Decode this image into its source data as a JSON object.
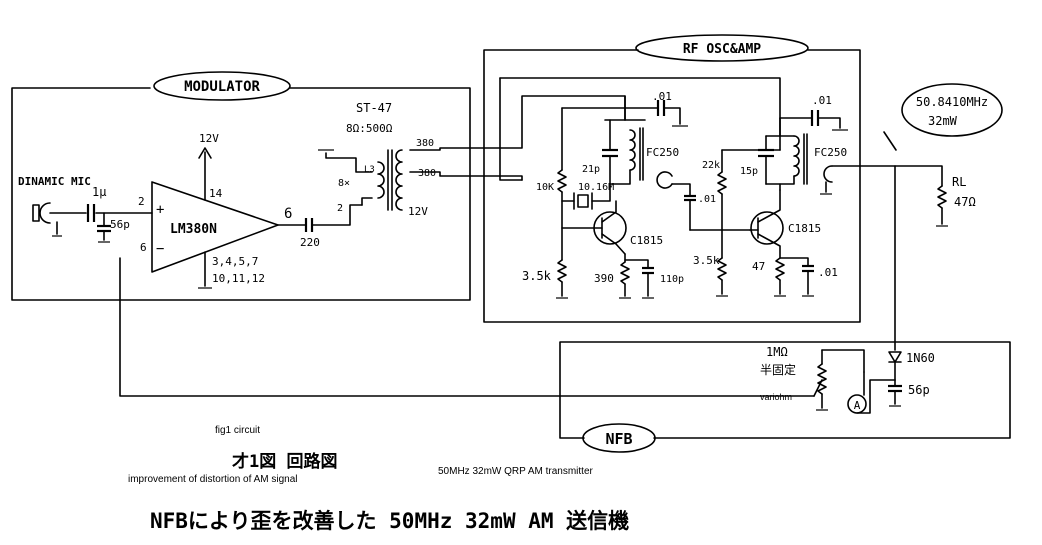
{
  "blocks": {
    "modulator": "MODULATOR",
    "rf": "RF  OSC&AMP",
    "nfb": "NFB"
  },
  "labels": {
    "mic": "DINAMIC MIC",
    "c_in": "1μ",
    "c_56p_left": "56p",
    "pin2": "2",
    "pin6_in": "6",
    "pin14": "14",
    "pin6_out": "6",
    "v12_top": "12V",
    "ic": "LM380N",
    "gnd_pins_a": "3,4,5,7",
    "gnd_pins_b": "10,11,12",
    "r220": "220",
    "xfmr_name": "ST-47",
    "xfmr_imp": "8Ω:500Ω",
    "xfmr_l3": "L3",
    "xfmr_8": "8×",
    "xfmr_2": "2",
    "xfmr_b": "380",
    "xfmr_c": "380",
    "xfmr_12v": "12V",
    "c01_a": ".01",
    "c01_b": ".01",
    "c01_c": ".01",
    "c01_d": ".01",
    "c21p": "21p",
    "fc250_a": "FC250",
    "fc250_b": "FC250",
    "r10k": "10K",
    "xtal": "10.16M",
    "tr1": "C1815",
    "tr2": "C1815",
    "r35k_a": "3.5k",
    "r390": "390",
    "c110p": "110p",
    "r22k": "22k",
    "c15p": "15p",
    "r35k_b": "3.5k",
    "r47": "47",
    "freq": "50.8410MHz",
    "power": "32mW",
    "rl_name": "RL",
    "rl_val": "47Ω",
    "r1m": "1MΩ",
    "semi_fixed": "半固定",
    "variohm": "variohm",
    "meter": "A",
    "diode": "1N60",
    "c56p_right": "56p",
    "fig_caption": "fig1 circuit",
    "fig_title_jp": "才1図 回路図",
    "improve_caption": "improvement of distortion of AM signal",
    "tx_caption": "50MHz 32mW QRP AM transmitter",
    "main_title": "NFBにより歪を改善した 50MHz 32mW AM 送信機"
  }
}
